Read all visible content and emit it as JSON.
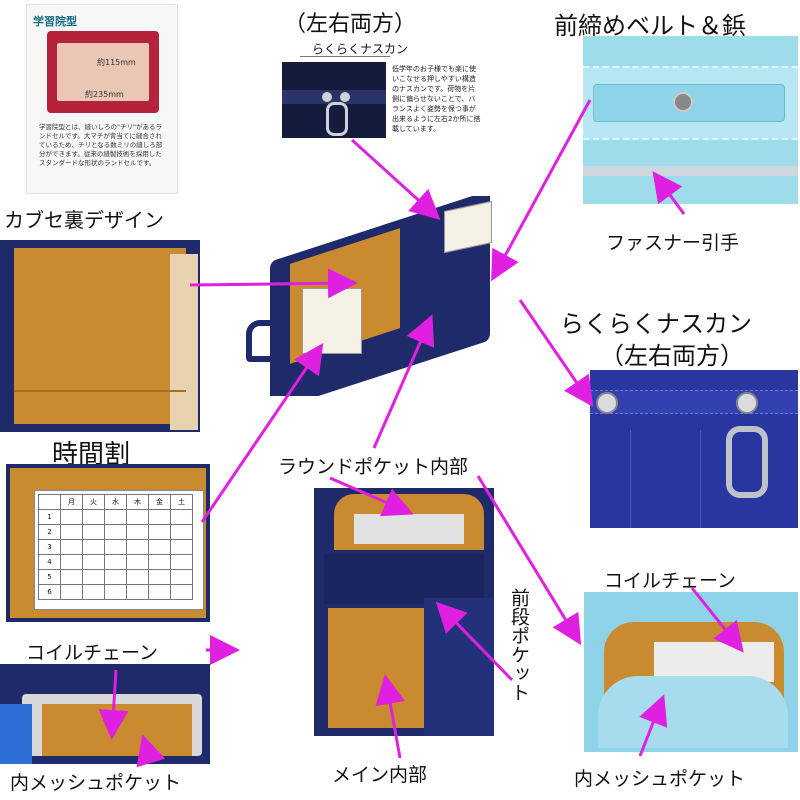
{
  "school_panel": {
    "tag": "学習院型",
    "dim1": "約115mm",
    "dim2": "約235mm",
    "body": "学習院型とは、縫いしろの\"チリ\"があるランドセルです。大マチが背当てに縫合されているため、チリとなる数ミリの縫しろ部分ができます。従来の縫製技術を採用したスタンダードな形状のランドセルです。"
  },
  "labels": {
    "nas_top_heading": "（左右両方）",
    "nas_top_caption": "らくらくナスカン",
    "nas_top_desc": "低学年のお子様でも楽に使いこなせる押しやすい構造のナスカンです。荷物を片側に偏らせないことで、バランスよく姿勢を保つ事が出来るように左右2か所に搭載しています。",
    "belt_heading": "前締めベルト＆鋲",
    "kabuse_heading": "カブセ裏デザイン",
    "zipper_pull": "ファスナー引手",
    "nas_right_line1": "らくらくナスカン",
    "nas_right_line2": "（左右両方）",
    "timetable_heading": "時間割",
    "round_pocket": "ラウンドポケット内部",
    "coil_left": "コイルチェーン",
    "coil_right": "コイルチェーン",
    "front_pocket": "前段ポケット",
    "main_inside": "メイン内部",
    "mesh_left": "内メッシュポケット",
    "mesh_right": "内メッシュポケット"
  },
  "timetable": {
    "days": [
      "月",
      "火",
      "水",
      "木",
      "金",
      "土"
    ],
    "periods": [
      "1",
      "2",
      "3",
      "4",
      "5",
      "6"
    ]
  },
  "colors": {
    "arrow": "#e020e0",
    "navy": "#1e2a6a",
    "leather": "#c98a30",
    "sky": "#8fd3e8"
  }
}
